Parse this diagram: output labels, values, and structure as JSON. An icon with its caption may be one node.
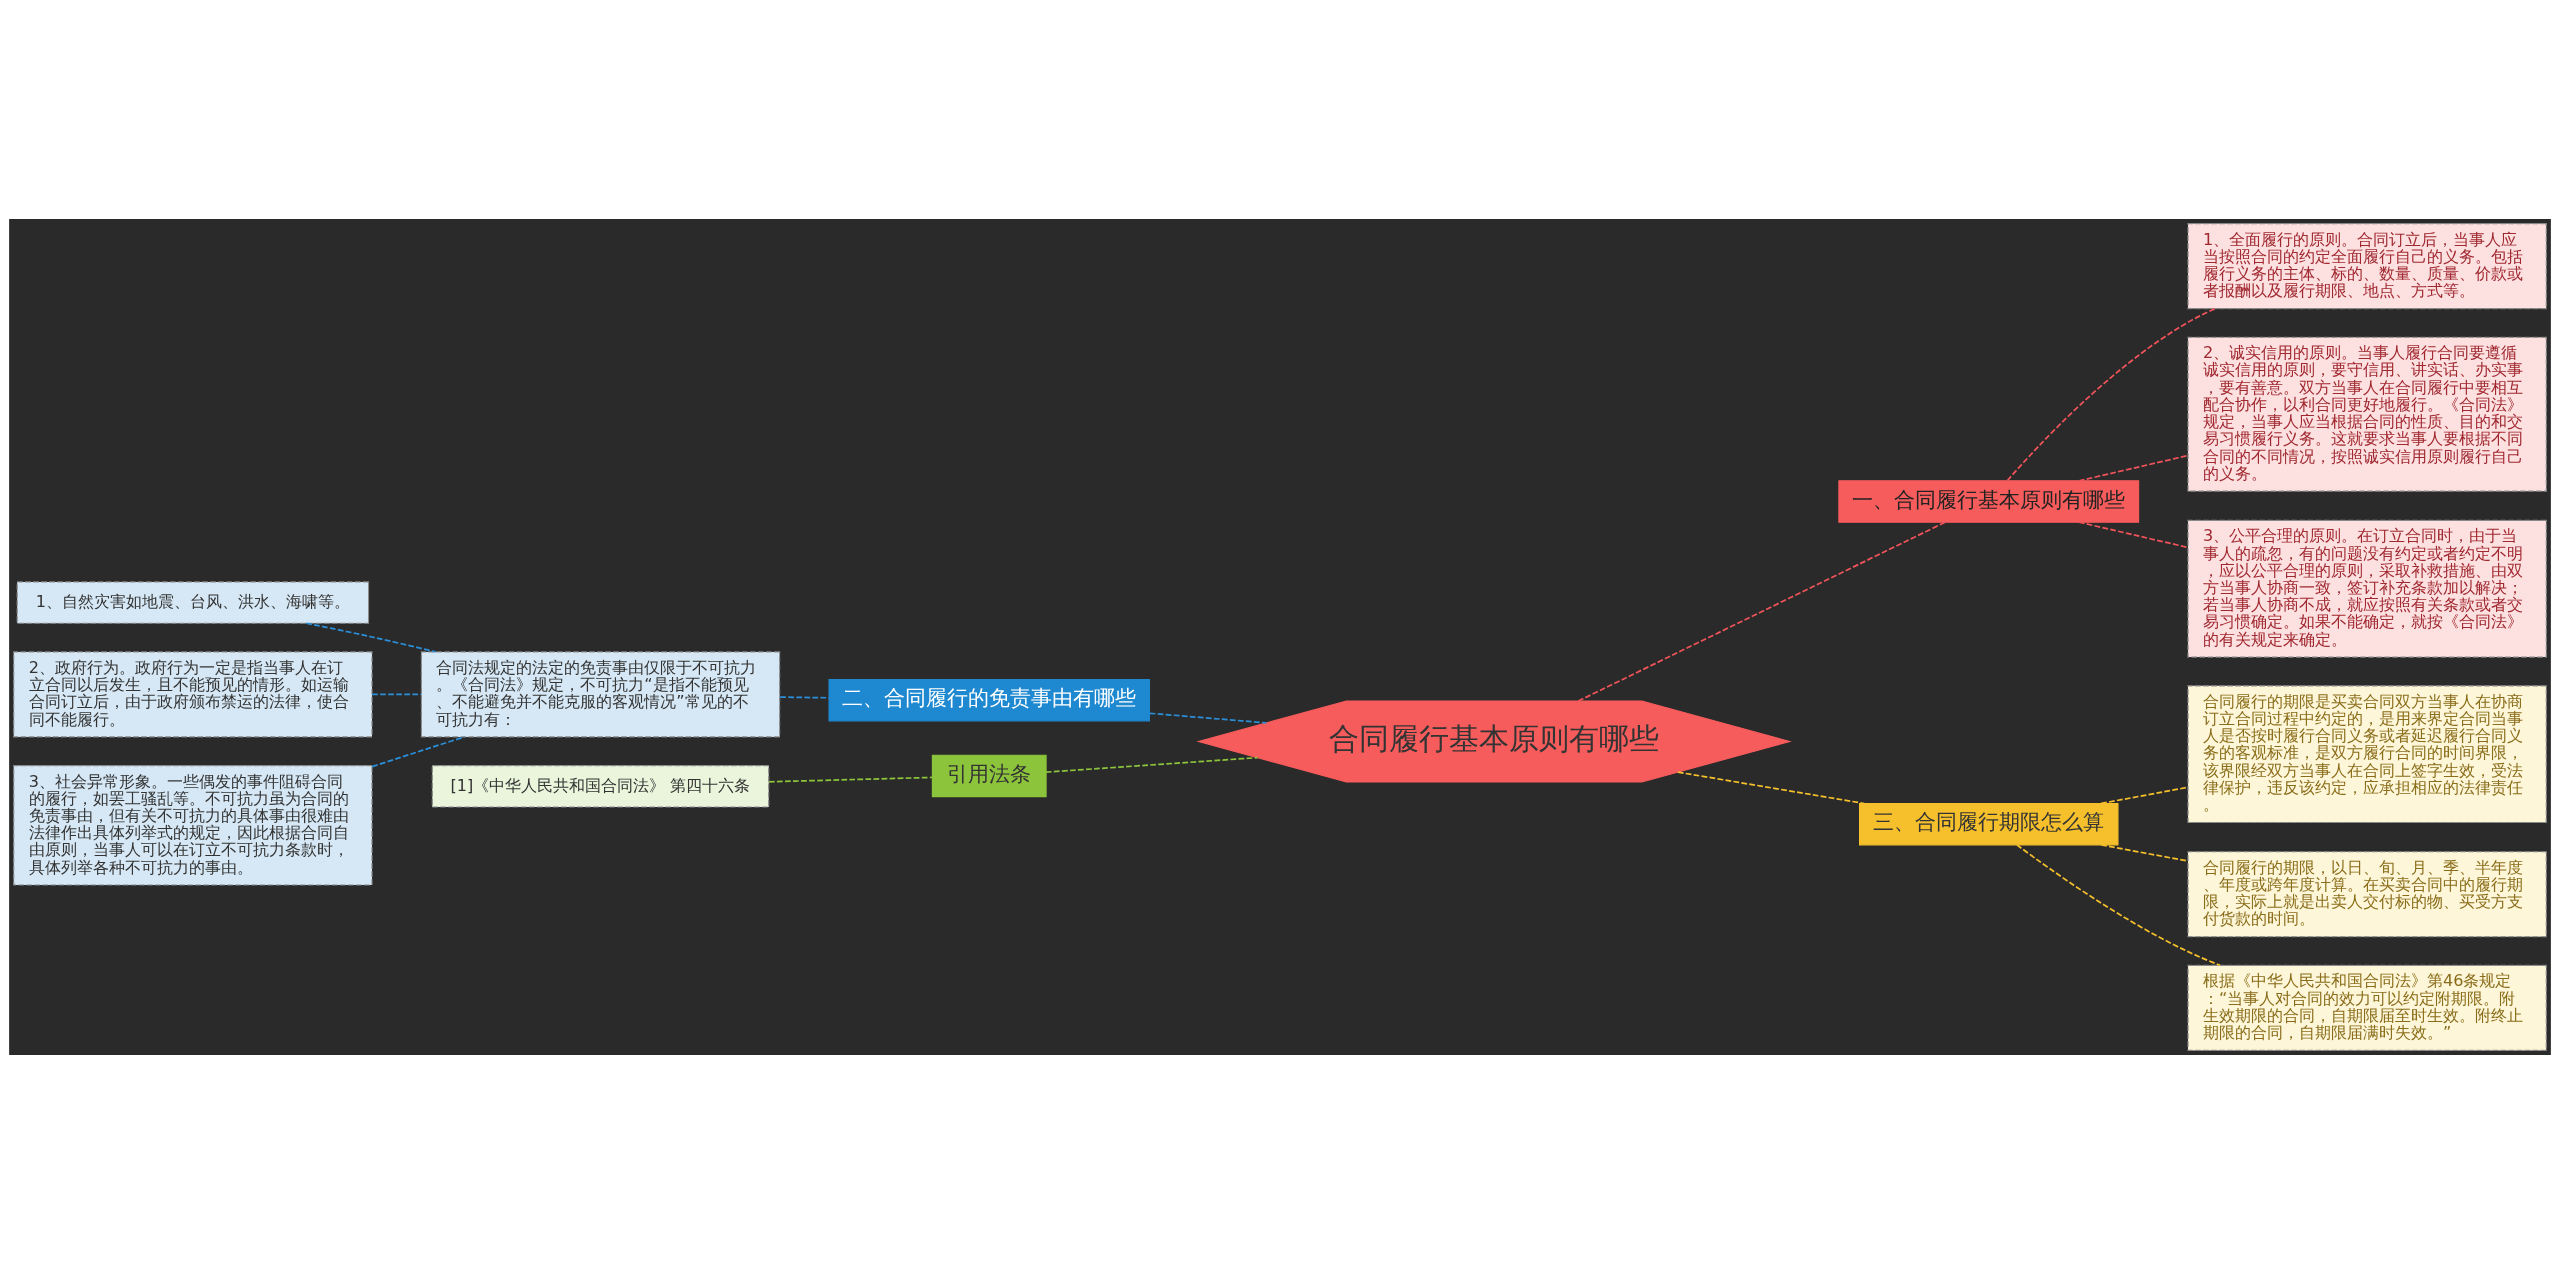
{
  "diagram": {
    "nodes": [
      {
        "text": [
          "合同履行基本原则有哪些"
        ]
      },
      {
        "text": [
          "一、合同履行基本原则有哪些"
        ]
      },
      {
        "text": [
          "1、全面履行的原则。合同订立后，当事人应当按照合同的约定全面履行自己的义务。包括履行义务的主体、标的、数量、质量、价款或者报酬以及履行期限、地点、方式等。"
        ]
      },
      {
        "text": [
          "2、诚实信用的原则。当事人履行合同要遵循诚实信用的原则，要守信用、讲实话、办实事，要有善意。双方当事人在合同履行中要相互配合协作，以利合同更好地履行。《合同法》规定，当事人应当根据合同的性质、目的和交易习惯履行义务。这就要求当事人要根据不同合同的不同情况，按照诚实信用原则履行自己的义务。"
        ]
      },
      {
        "text": [
          "3、公平合理的原则。在订立合同时，由于当事人的疏忽，有的问题没有约定或者约定不明，应以公平合理的原则，采取补救措施、由双方当事人协商一致，签订补充条款加以解决；若当事人协商不成，就应按照有关条款或者交易习惯确定。如果不能确定，就按《合同法》的有关规定来确定。"
        ]
      },
      {
        "text": [
          "三、合同履行期限怎么算"
        ]
      },
      {
        "text": [
          "合同履行的期限是买卖合同双方当事人在协商订立合同过程中约定的，是用来界定合同当事人是否按时履行合同义务或者延迟履行合同义务的客观标准，是双方履行合同的时间界限，该界限经双方当事人在合同上签字生效，受法律保护，违反该约定，应承担相应的法律责任。"
        ]
      },
      {
        "text": [
          "合同履行的期限，以日、旬、月、季、半年度、年度或跨年度计算。在买卖合同中的履行期限，实际上就是出卖人交付标的物、买受方支付货款的时间。"
        ]
      },
      {
        "text": [
          "根据《中华人民共和国合同法》第46条规定：“当事人对合同的效力可以约定附期限。附生效期限的合同，自期限届至时生效。附终止期限的合同，自期限届满时失效。”"
        ]
      },
      {
        "text": [
          "二、合同履行的免责事由有哪些"
        ]
      },
      {
        "text": [
          "合同法规定的法定的免责事由仅限于不可抗力。《合同法》规定，不可抗力“是指不能预见、不能避免并不能克服的客观情况”常见的不可抗力有："
        ]
      },
      {
        "text": [
          "1、自然灾害如地震、台风、洪水、海啸等。"
        ]
      },
      {
        "text": [
          "2、政府行为。政府行为一定是指当事人在订立合同以后发生，且不能预见的情形。如运输合同订立后，由于政府颁布禁运的法律，使合同不能履行。"
        ]
      },
      {
        "text": [
          "3、社会异常形象。一些偶发的事件阻碍合同的履行，如罢工骚乱等。不可抗力虽为合同的免责事由，但有关不可抗力的具体事由很难由法律作出具体列举式的规定，因此根据合同自由原则，当事人可以在订立不可抗力条款时，具体列举各种不可抗力的事由。"
        ]
      },
      {
        "text": [
          "引用法条"
        ]
      },
      {
        "text": [
          "[1]《中华人民共和国合同法》 第四十六条"
        ]
      }
    ],
    "edges": [
      {
        "from": 0,
        "to": 1,
        "arrow": "none",
        "style": "dashed",
        "color": "#f0545a"
      },
      {
        "from": 1,
        "to": 2,
        "arrow": "none",
        "style": "dashed",
        "color": "#f0545a"
      },
      {
        "from": 1,
        "to": 3,
        "arrow": "none",
        "style": "dashed",
        "color": "#f0545a"
      },
      {
        "from": 1,
        "to": 4,
        "arrow": "none",
        "style": "dashed",
        "color": "#f0545a"
      },
      {
        "from": 0,
        "to": 5,
        "arrow": "none",
        "style": "dashed",
        "color": "#f5c02c"
      },
      {
        "from": 5,
        "to": 6,
        "arrow": "none",
        "style": "dashed",
        "color": "#f5c02c"
      },
      {
        "from": 5,
        "to": 7,
        "arrow": "none",
        "style": "dashed",
        "color": "#f5c02c"
      },
      {
        "from": 5,
        "to": 8,
        "arrow": "none",
        "style": "dashed",
        "color": "#f5c02c"
      },
      {
        "from": 9,
        "to": 0,
        "arrow": "none",
        "style": "dashed",
        "color": "#2a8fd8"
      },
      {
        "from": 10,
        "to": 9,
        "arrow": "none",
        "style": "dashed",
        "color": "#2a8fd8"
      },
      {
        "from": 11,
        "to": 10,
        "arrow": "none",
        "style": "dashed",
        "color": "#2a8fd8"
      },
      {
        "from": 12,
        "to": 10,
        "arrow": "none",
        "style": "dashed",
        "color": "#2a8fd8"
      },
      {
        "from": 13,
        "to": 10,
        "arrow": "none",
        "style": "dashed",
        "color": "#2a8fd8"
      },
      {
        "from": 14,
        "to": 0,
        "arrow": "none",
        "style": "dashed",
        "color": "#8cc43c"
      },
      {
        "from": 15,
        "to": 14,
        "arrow": "none",
        "style": "dashed",
        "color": "#8cc43c"
      }
    ]
  }
}
